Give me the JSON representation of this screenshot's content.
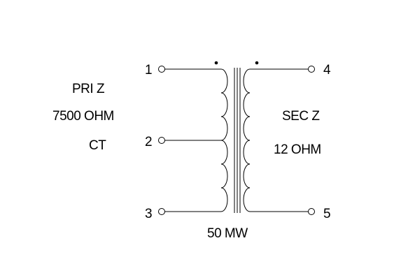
{
  "primary": {
    "label_line1": "PRI Z",
    "label_line2": "7500 OHM",
    "label_line3": "CT",
    "pins": [
      "1",
      "2",
      "3"
    ]
  },
  "secondary": {
    "label_line1": "SEC Z",
    "label_line2": "12 OHM",
    "pins": [
      "4",
      "5"
    ]
  },
  "power_rating": "50 MW",
  "colors": {
    "line": "#000000",
    "background": "#ffffff"
  }
}
